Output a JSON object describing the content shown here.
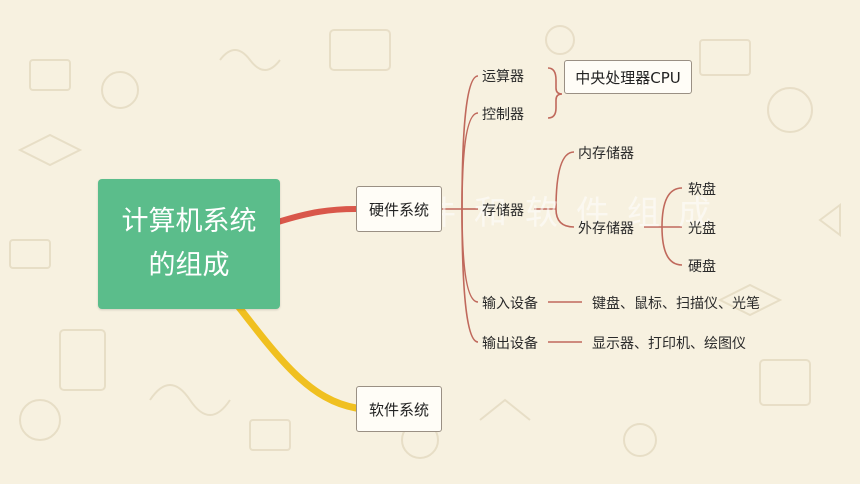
{
  "root": {
    "line1": "计算机系统",
    "line2": "的组成"
  },
  "faint_text": "硬件和软件组成",
  "branches": {
    "hardware": "硬件系统",
    "software": "软件系统"
  },
  "hardware_items": {
    "alu": "运算器",
    "control": "控制器",
    "cpu": "中央处理器CPU",
    "storage": "存储器",
    "internal_storage": "内存储器",
    "external_storage": "外存储器",
    "floppy": "软盘",
    "optical": "光盘",
    "hard_disk": "硬盘",
    "input": "输入设备",
    "input_examples": "键盘、鼠标、扫描仪、光笔",
    "output": "输出设备",
    "output_examples": "显示器、打印机、绘图仪"
  },
  "colors": {
    "background": "#f7f1e0",
    "root_fill": "#5bbd8b",
    "hardware_branch": "#d9574a",
    "software_branch": "#f0c020",
    "connector": "#c0695c"
  }
}
